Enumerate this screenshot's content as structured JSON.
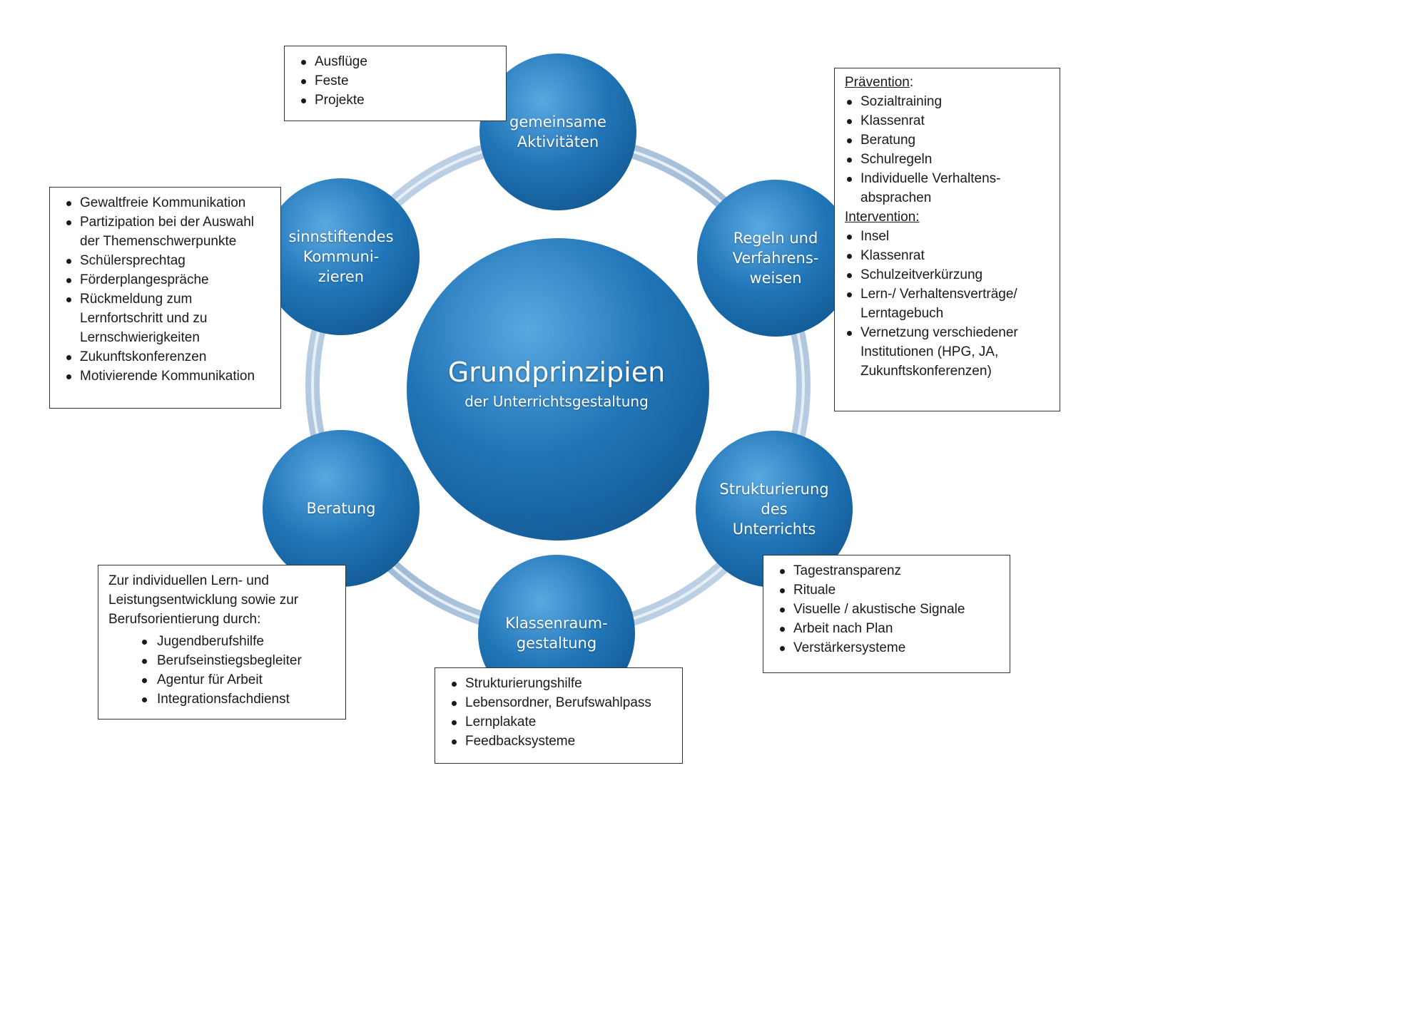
{
  "center": {
    "title": "Grundprinzipien",
    "subtitle": "der Unterrichtsgestaltung"
  },
  "nodes": {
    "top": "gemeinsame\nAktivitäten",
    "upper_left": "sinnstiftendes\nKommuni-\nzieren",
    "upper_right": "Regeln und\nVerfahrens-\nweisen",
    "lower_left": "Beratung",
    "lower_right": "Strukturierung\ndes\nUnterrichts",
    "bottom": "Klassenraum-\ngestaltung"
  },
  "boxes": {
    "activities": [
      "Ausflüge",
      "Feste",
      "Projekte"
    ],
    "communication": [
      "Gewaltfreie Kommunikation",
      "Partizipation bei der Auswahl der Themenschwerpunkte",
      "Schülersprechtag",
      "Förderplangespräche",
      "Rückmeldung zum Lernfortschritt und zu Lernschwierigkeiten",
      "Zukunftskonferenzen",
      "Motivierende Kommunikation"
    ],
    "rules": {
      "prevention_heading": "Prävention",
      "prevention_items": [
        "Sozialtraining",
        "Klassenrat",
        "Beratung",
        "Schulregeln",
        "Individuelle Verhaltens-absprachen"
      ],
      "intervention_heading": "Intervention:",
      "intervention_items": [
        "Insel",
        "Klassenrat",
        "Schulzeitverkürzung",
        "Lern-/ Verhaltensverträge/ Lerntagebuch",
        "Vernetzung verschiedener Institutionen (HPG, JA, Zukunftskonferenzen)"
      ]
    },
    "counseling": {
      "intro": "Zur individuellen Lern- und Leistungsentwicklung sowie zur Berufsorientierung durch:",
      "items": [
        "Jugendberufshilfe",
        "Berufseinstiegsbegleiter",
        "Agentur für Arbeit",
        "Integrationsfachdienst"
      ]
    },
    "structure": [
      "Tagestransparenz",
      "Rituale",
      "Visuelle / akustische Signale",
      "Arbeit nach Plan",
      "Verstärkersysteme"
    ],
    "classroom": [
      "Strukturierungshilfe",
      "Lebensordner, Berufswahlpass",
      "Lernplakate",
      "Feedbacksysteme"
    ]
  },
  "colors": {
    "node_blue": "#1f6fae",
    "node_highlight": "#4a9bd6",
    "ring": "#b9cde3"
  }
}
